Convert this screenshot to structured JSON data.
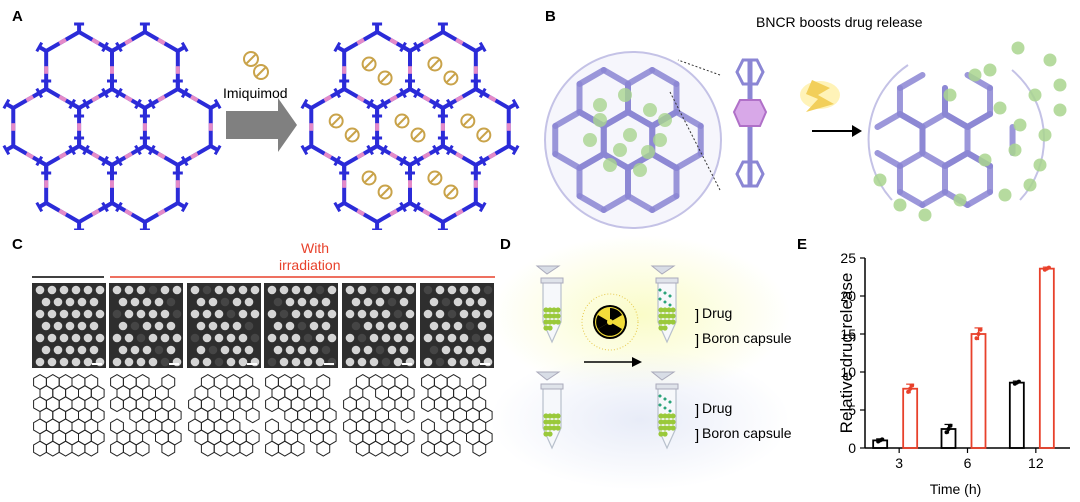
{
  "panels": {
    "a": {
      "label": "A",
      "arrow_text": "Imiquimod"
    },
    "b": {
      "label": "B",
      "title": "BNCR boosts drug release"
    },
    "c": {
      "label": "C",
      "with_line1": "With",
      "with_line2": "irradiation"
    },
    "d": {
      "label": "D",
      "drug_top": "Drug",
      "capsule_top": "Boron capsule",
      "drug_bottom": "Drug",
      "capsule_bottom": "Boron capsule"
    },
    "e": {
      "label": "E"
    }
  },
  "colors": {
    "bond_blue": "#2b2bd8",
    "joint_pink": "#e48ac8",
    "drug_gold": "#c9a34a",
    "red": "#e8412b",
    "green_dot": "#a9d58e",
    "mof_purple": "#8b86d4"
  },
  "chart_data": {
    "type": "bar",
    "ylabel": "Relative drug release",
    "xlabel": "Time (h)",
    "categories": [
      "3",
      "6",
      "12"
    ],
    "ylim": [
      0,
      25
    ],
    "yticks": [
      0,
      5,
      10,
      15,
      20,
      25
    ],
    "series": [
      {
        "color": "#000000",
        "values": [
          1.0,
          2.5,
          8.6
        ],
        "errors": [
          0.2,
          0.6,
          0.2
        ]
      },
      {
        "color": "#e8412b",
        "values": [
          7.8,
          15.0,
          23.6
        ],
        "errors": [
          0.6,
          0.8,
          0.2
        ]
      }
    ]
  }
}
